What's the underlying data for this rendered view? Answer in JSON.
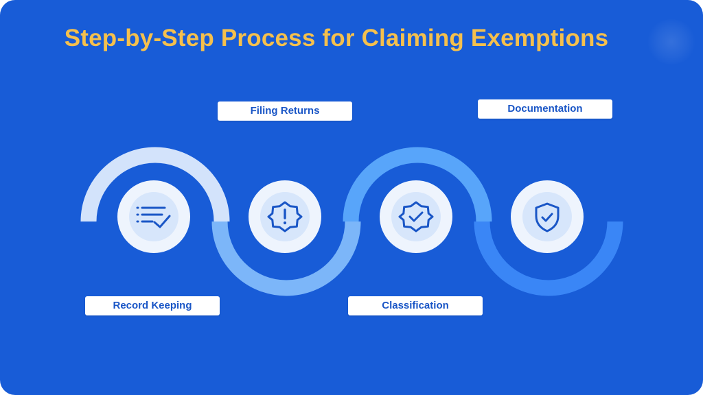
{
  "title": "Step-by-Step Process for Claiming Exemptions",
  "colors": {
    "background": "#185CD7",
    "title": "#F5C04D",
    "label_text": "#1A56C6",
    "arc_1": "#D3E3FB",
    "arc_2": "#7CB6F9",
    "arc_3": "#58A5FA",
    "arc_4": "#3A86F6",
    "icon_circle_outer": "#EEF4FD",
    "icon_circle_inner": "#D7E6FB",
    "icon_stroke": "#1A56C6"
  },
  "steps": [
    {
      "label": "Record Keeping",
      "icon": "list-check-icon"
    },
    {
      "label": "Filing Returns",
      "icon": "alert-badge-icon"
    },
    {
      "label": "Classification",
      "icon": "verified-badge-icon"
    },
    {
      "label": "Documentation",
      "icon": "shield-check-icon"
    }
  ]
}
